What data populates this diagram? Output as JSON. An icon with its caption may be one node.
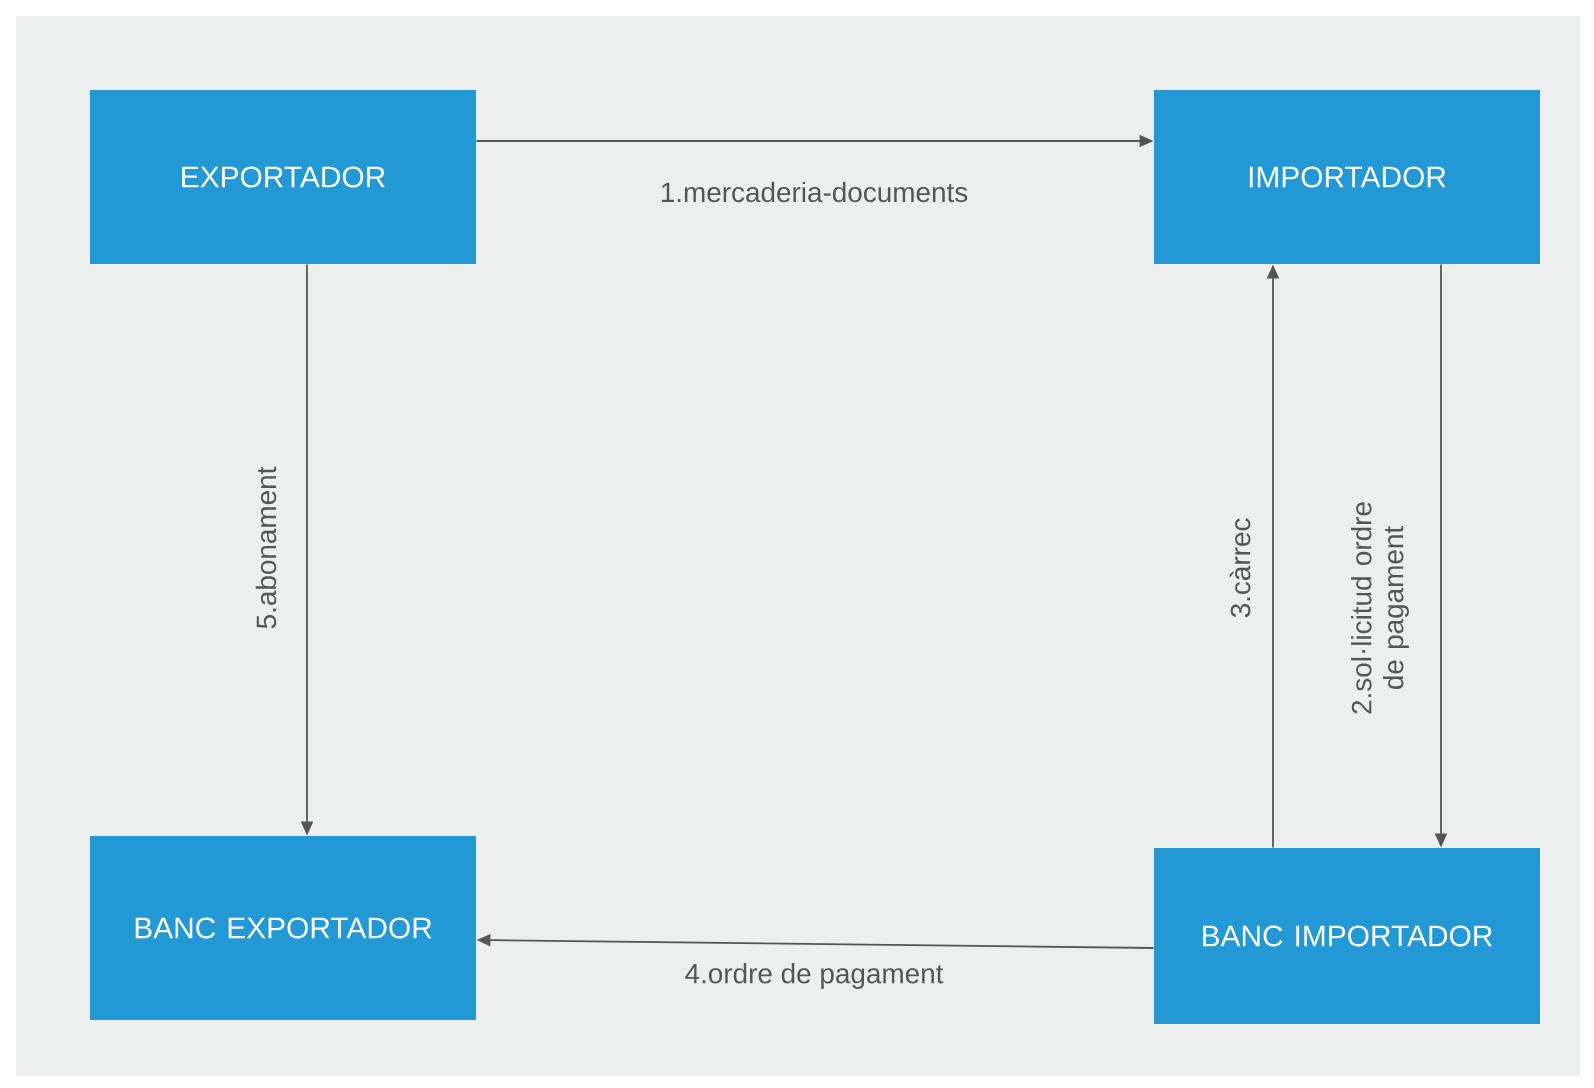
{
  "diagram": {
    "nodes": [
      {
        "text": [
          "EXPORTADOR"
        ]
      },
      {
        "text": [
          "IMPORTADOR"
        ]
      },
      {
        "text": [
          "BANC EXPORTADOR"
        ]
      },
      {
        "text": [
          "BANC IMPORTADOR"
        ]
      }
    ],
    "edges": [
      {
        "from": 0,
        "to": 1,
        "arrow": "to",
        "label": "1.mercaderia-documents"
      },
      {
        "from": 1,
        "to": 3,
        "arrow": "to",
        "label": "2.sol·licitud ordre de pagament"
      },
      {
        "from": 3,
        "to": 1,
        "arrow": "to",
        "label": "3.càrrec"
      },
      {
        "from": 3,
        "to": 2,
        "arrow": "to",
        "label": "4.ordre de pagament"
      },
      {
        "from": 0,
        "to": 2,
        "arrow": "to",
        "label": "5.abonament"
      }
    ]
  }
}
